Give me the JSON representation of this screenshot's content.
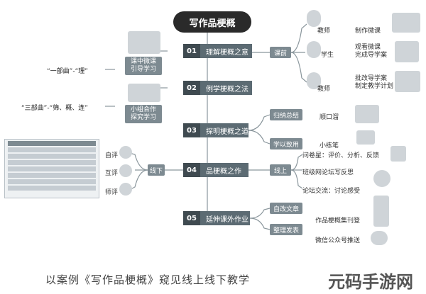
{
  "title": "写作品梗概",
  "steps": [
    {
      "num": "01",
      "label": "理解梗概之意"
    },
    {
      "num": "02",
      "label": "例学梗概之法"
    },
    {
      "num": "03",
      "label": "探明梗概之道"
    },
    {
      "num": "04",
      "label": "品梗概之作"
    },
    {
      "num": "05",
      "label": "延伸课外作业"
    }
  ],
  "left": {
    "box1": "课中微课\n引导学习",
    "box2": "小组合作\n探究学习",
    "quote1": "“一部曲”-“理”",
    "quote2": "“三部曲”-“筛、概、连”",
    "ziping": "自评",
    "huping": "互评",
    "shiping": "师评",
    "xianxia": "线下"
  },
  "right": {
    "kechian": "课前",
    "teacher1": "教师",
    "action1": "制作微课",
    "student": "学生",
    "action2": "观看微课\n完成导学案",
    "teacher2": "教师",
    "action3": "批改导学案\n制定教学计划",
    "guina": "归纳总结",
    "guina_item": "顺口溜",
    "xueyi": "学以致用",
    "xueyi_item": "小练笔",
    "xianshang": "线上",
    "online1": "问卷星：评价、分析、反馈",
    "online2": "班级网论坛写反思",
    "online3": "论坛交流：讨论感受",
    "zigai": "自改文章",
    "zhengli": "整理发表",
    "publish1": "作品梗概集刊登",
    "publish2": "微信公众号推送"
  },
  "caption": "以案例《写作品梗概》窥见线上线下教学",
  "watermark": "元码手游网"
}
